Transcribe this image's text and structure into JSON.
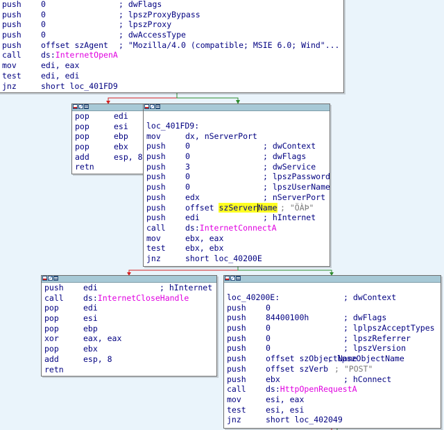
{
  "blocks": {
    "top": {
      "lines": [
        {
          "mn": "push",
          "op": "0",
          "cm": "; dwFlags"
        },
        {
          "mn": "push",
          "op": "0",
          "cm": "; lpszProxyBypass"
        },
        {
          "mn": "push",
          "op": "0",
          "cm": "; lpszProxy"
        },
        {
          "mn": "push",
          "op": "0",
          "cm": "; dwAccessType"
        },
        {
          "mn": "push",
          "op": "offset szAgent",
          "cm": "; \"Mozilla/4.0 (compatible; MSIE 6.0; Wind\"..."
        },
        {
          "mn": "call",
          "op": "ds:",
          "api": "InternetOpenA"
        },
        {
          "mn": "mov",
          "op": "edi, eax"
        },
        {
          "mn": "test",
          "op": "edi, edi"
        },
        {
          "mn": "jnz",
          "op": "short loc_401FD9"
        }
      ]
    },
    "left1": {
      "lines": [
        {
          "mn": "pop",
          "op": "edi"
        },
        {
          "mn": "pop",
          "op": "esi"
        },
        {
          "mn": "pop",
          "op": "ebp"
        },
        {
          "mn": "pop",
          "op": "ebx"
        },
        {
          "mn": "add",
          "op": "esp, 8"
        },
        {
          "mn": "retn",
          "op": ""
        }
      ]
    },
    "mid": {
      "lines": [
        {
          "label": "loc_401FD9:"
        },
        {
          "mn": "mov",
          "op": "dx, nServerPort"
        },
        {
          "mn": "push",
          "op": "0",
          "cm": "; dwContext"
        },
        {
          "mn": "push",
          "op": "0",
          "cm": "; dwFlags"
        },
        {
          "mn": "push",
          "op": "3",
          "cm": "; dwService"
        },
        {
          "mn": "push",
          "op": "0",
          "cm": "; lpszPassword"
        },
        {
          "mn": "push",
          "op": "0",
          "cm": "; lpszUserName"
        },
        {
          "mn": "push",
          "op": "edx",
          "cm": "; nServerPort"
        },
        {
          "mn": "push",
          "op": "offset ",
          "hl": "szServer",
          "hl2": "Name",
          "cm": "; \"ÖÀÞ\""
        },
        {
          "mn": "push",
          "op": "edi",
          "cm": "; hInternet"
        },
        {
          "mn": "call",
          "op": "ds:",
          "api": "InternetConnectA"
        },
        {
          "mn": "mov",
          "op": "ebx, eax"
        },
        {
          "mn": "test",
          "op": "ebx, ebx"
        },
        {
          "mn": "jnz",
          "op": "short loc_40200E"
        }
      ]
    },
    "left2": {
      "lines": [
        {
          "mn": "push",
          "op": "edi",
          "cm": "; hInternet"
        },
        {
          "mn": "call",
          "op": "ds:",
          "api": "InternetCloseHandle"
        },
        {
          "mn": "pop",
          "op": "edi"
        },
        {
          "mn": "pop",
          "op": "esi"
        },
        {
          "mn": "pop",
          "op": "ebp"
        },
        {
          "mn": "xor",
          "op": "eax, eax"
        },
        {
          "mn": "pop",
          "op": "ebx"
        },
        {
          "mn": "add",
          "op": "esp, 8"
        },
        {
          "mn": "retn",
          "op": ""
        }
      ]
    },
    "right2": {
      "lines": [
        {
          "label": "loc_40200E:",
          "cm": "; dwContext"
        },
        {
          "mn": "push",
          "op": "0"
        },
        {
          "mn": "push",
          "op": "84400100h",
          "cm": "; dwFlags"
        },
        {
          "mn": "push",
          "op": "0",
          "cm": "; lplpszAcceptTypes"
        },
        {
          "mn": "push",
          "op": "0",
          "cm": "; lpszReferrer"
        },
        {
          "mn": "push",
          "op": "0",
          "cm": "; lpszVersion"
        },
        {
          "mn": "push",
          "op": "offset szObjectName",
          "cm": "; lpszObjectName"
        },
        {
          "mn": "push",
          "op": "offset szVerb",
          "cm": "; \"POST\""
        },
        {
          "mn": "push",
          "op": "ebx",
          "cm": "; hConnect"
        },
        {
          "mn": "call",
          "op": "ds:",
          "api": "HttpOpenRequestA"
        },
        {
          "mn": "mov",
          "op": "esi, eax"
        },
        {
          "mn": "test",
          "op": "esi, esi"
        },
        {
          "mn": "jnz",
          "op": "short loc_402049"
        }
      ]
    }
  },
  "colors": {
    "true_edge": "#2e8b2e",
    "false_edge": "#d42020",
    "unconditional_edge": "#3a5fcd"
  }
}
